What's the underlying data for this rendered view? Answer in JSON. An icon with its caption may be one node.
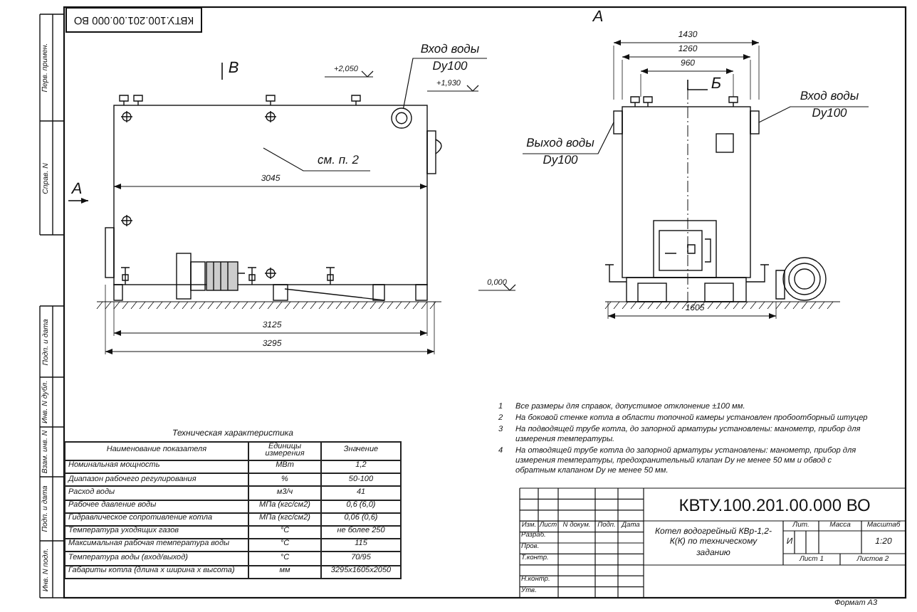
{
  "diagram": {
    "nodes": [
      {
        "text": [
          "Вход воды",
          "Dy100"
        ]
      },
      {
        "text": [
          "см. п. 2"
        ]
      },
      {
        "text": [
          "Выход воды",
          "Dy100"
        ]
      },
      {
        "text": [
          "Вход воды",
          "Dy100"
        ]
      },
      {
        "text": [],
        "shape": "circle"
      },
      {
        "text": [],
        "shape": "box"
      },
      {
        "text": [],
        "shape": "box"
      }
    ],
    "edges": [
      {
        "from": 0,
        "to": 4,
        "arrow": "none"
      },
      {
        "from": 1,
        "to": null,
        "arrow": "none"
      },
      {
        "from": 2,
        "to": 5,
        "arrow": "none"
      },
      {
        "from": 3,
        "to": 6,
        "arrow": "none"
      }
    ],
    "labels": [
      "КВТУ.100.201.00.000 ВО",
      "В",
      "+2,050",
      "+1,930",
      "3045",
      "А",
      "0,000",
      "3125",
      "3295",
      "А",
      "1430",
      "1260",
      "960",
      "Б",
      "1605",
      "Перв. примен.",
      "Справ. N",
      "Подп. и дата",
      "Инв. N дубл.",
      "Взам. инв. N",
      "Подп. и дата",
      "Инв. N подл.",
      "Техническая характеристика",
      "Наименование показателя",
      "Единицы измерения",
      "Значение",
      "Номинальная мощность",
      "МВт",
      "1,2",
      "Диапазон рабочего регулирования",
      "%",
      "50-100",
      "Расход воды",
      "м3/ч",
      "41",
      "Рабочее давление воды",
      "МПа (кгс/см2)",
      "0,6 (6,0)",
      "Гидравлическое сопротивление котла",
      "МПа (кгс/см2)",
      "0,06 (0,6)",
      "Температура уходящих газов",
      "°С",
      "не более 250",
      "Максимальная рабочая температура воды",
      "°С",
      "115",
      "Температура воды (вход/выход)",
      "°С",
      "70/95",
      "Габариты котла (длина х ширина х высота)",
      "мм",
      "3295х1605х2050",
      "1",
      "Все размеры для справок, допустимое отклонение ±100 мм.",
      "2",
      "На боковой стенке котла в области топочной камеры установлен пробоотборный штуцер",
      "3",
      "На подводящей трубе котла, до запорной арматуры установлены: манометр, прибор для измерения температуры.",
      "4",
      "На отводящей трубе котла до запорной арматуры установлены: манометр, прибор для измерения температуры, предохранительный клапан Dу не менее 50 мм и обвод с обратным клапаном Dу не менее 50 мм.",
      "КВТУ.100.201.00.000 ВО",
      "Изм.",
      "Лист",
      "N докум.",
      "Подп.",
      "Дата",
      "Разраб.",
      "Пров.",
      "Т.контр.",
      "Н.контр.",
      "Утв.",
      "Котел водогрейный КВр-1,2-К(К) по техническому заданию",
      "Лит.",
      "Масса",
      "Масштаб",
      "И",
      "1:20",
      "Лист 1",
      "Листов 2",
      "Формат А3"
    ]
  }
}
